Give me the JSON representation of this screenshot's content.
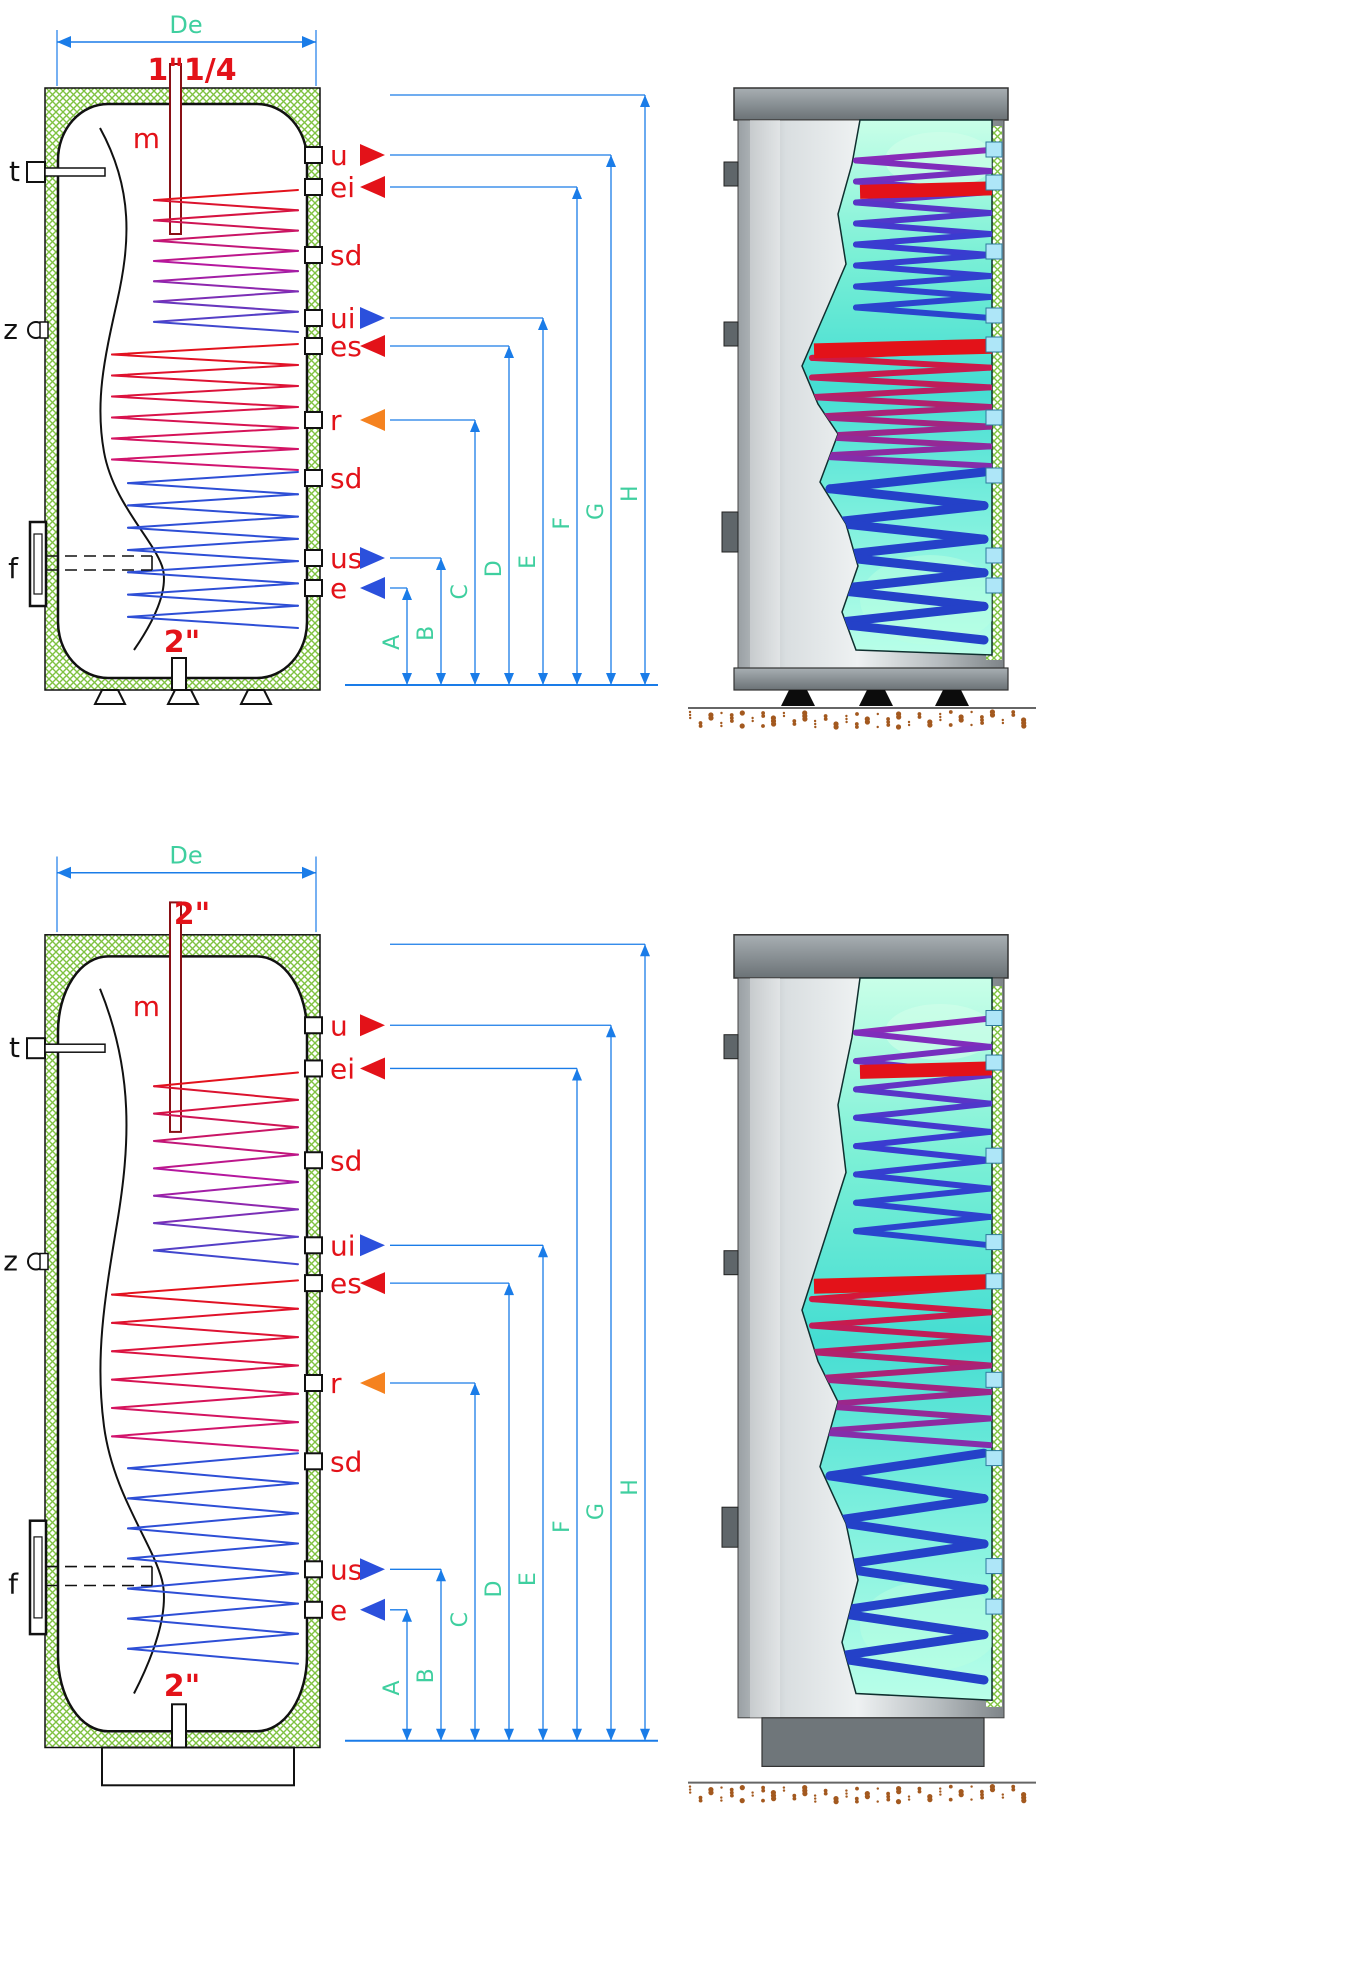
{
  "colors": {
    "dim_blue": "#1a7ce8",
    "label_red": "#e31219",
    "label_teal": "#3fcf9f",
    "arrow_blue": "#2b50dc",
    "arrow_orange": "#f5821f",
    "insulation_green": "#7fc241",
    "coil_red": "#e3121c",
    "coil_magenta": "#b5179e",
    "coil_blue": "#2e4fd6",
    "ground_brown": "#a3591f"
  },
  "diagrams": [
    {
      "id": "tank-model-1",
      "diameter_label": "De",
      "top_connection_label": "1\"1/4",
      "bottom_connection_label": "2\"",
      "probe_label": "m",
      "left_ports": [
        {
          "label": "t"
        },
        {
          "label": "z"
        },
        {
          "label": "f"
        }
      ],
      "right_ports": [
        {
          "label": "u",
          "arrow": "right",
          "arrow_color": "#e31219"
        },
        {
          "label": "ei",
          "arrow": "left",
          "arrow_color": "#e31219"
        },
        {
          "label": "sd",
          "arrow": "none",
          "arrow_color": ""
        },
        {
          "label": "ui",
          "arrow": "right",
          "arrow_color": "#2b50dc"
        },
        {
          "label": "es",
          "arrow": "left",
          "arrow_color": "#e31219"
        },
        {
          "label": "r",
          "arrow": "left",
          "arrow_color": "#f5821f"
        },
        {
          "label": "sd",
          "arrow": "none",
          "arrow_color": ""
        },
        {
          "label": "us",
          "arrow": "right",
          "arrow_color": "#2b50dc"
        },
        {
          "label": "e",
          "arrow": "left",
          "arrow_color": "#2b50dc"
        }
      ],
      "dimension_labels": [
        "A",
        "B",
        "C",
        "D",
        "E",
        "F",
        "G",
        "H"
      ]
    },
    {
      "id": "tank-model-2",
      "diameter_label": "De",
      "top_connection_label": "2\"",
      "bottom_connection_label": "2\"",
      "probe_label": "m",
      "left_ports": [
        {
          "label": "t"
        },
        {
          "label": "z"
        },
        {
          "label": "f"
        }
      ],
      "right_ports": [
        {
          "label": "u",
          "arrow": "right",
          "arrow_color": "#e31219"
        },
        {
          "label": "ei",
          "arrow": "left",
          "arrow_color": "#e31219"
        },
        {
          "label": "sd",
          "arrow": "none",
          "arrow_color": ""
        },
        {
          "label": "ui",
          "arrow": "right",
          "arrow_color": "#2b50dc"
        },
        {
          "label": "es",
          "arrow": "left",
          "arrow_color": "#e31219"
        },
        {
          "label": "r",
          "arrow": "left",
          "arrow_color": "#f5821f"
        },
        {
          "label": "sd",
          "arrow": "none",
          "arrow_color": ""
        },
        {
          "label": "us",
          "arrow": "right",
          "arrow_color": "#2b50dc"
        },
        {
          "label": "e",
          "arrow": "left",
          "arrow_color": "#2b50dc"
        }
      ],
      "dimension_labels": [
        "A",
        "B",
        "C",
        "D",
        "E",
        "F",
        "G",
        "H"
      ]
    }
  ]
}
